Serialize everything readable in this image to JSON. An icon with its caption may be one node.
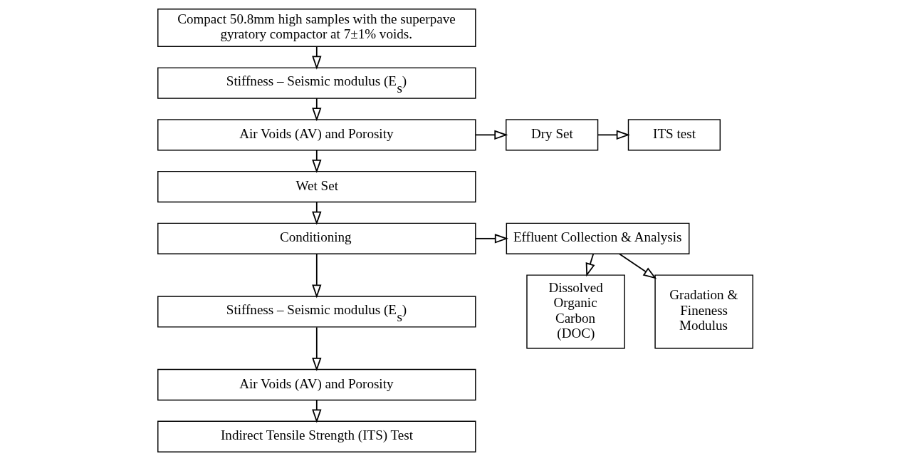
{
  "diagram": {
    "nodes": [
      {
        "text": [
          "Compact 50.8mm high samples with the superpave gyratory compactor at 7±1% voids."
        ]
      },
      {
        "text": [
          "Stiffness – Seismic modulus (E$_{s}$)"
        ]
      },
      {
        "text": [
          "Air Voids (AV) and Porosity"
        ]
      },
      {
        "text": [
          "Wet Set"
        ]
      },
      {
        "text": [
          "Conditioning"
        ]
      },
      {
        "text": [
          "Stiffness – Seismic modulus (E$_{s}$)"
        ]
      },
      {
        "text": [
          "Air Voids (AV) and Porosity"
        ]
      },
      {
        "text": [
          "Indirect Tensile Strength (ITS) Test"
        ]
      },
      {
        "text": [
          "Dry Set"
        ]
      },
      {
        "text": [
          "ITS test"
        ]
      },
      {
        "text": [
          "Effluent Collection & Analysis"
        ]
      },
      {
        "text": [
          "Dissolved Organic Carbon (DOC)"
        ]
      },
      {
        "text": [
          "Gradation & Fineness Modulus"
        ]
      }
    ],
    "edges": [
      {
        "from": 0,
        "to": 1,
        "arrow": "to"
      },
      {
        "from": 1,
        "to": 2,
        "arrow": "to"
      },
      {
        "from": 2,
        "to": 3,
        "arrow": "to"
      },
      {
        "from": 3,
        "to": 4,
        "arrow": "to"
      },
      {
        "from": 4,
        "to": 5,
        "arrow": "to"
      },
      {
        "from": 5,
        "to": 6,
        "arrow": "to"
      },
      {
        "from": 6,
        "to": 7,
        "arrow": "to"
      },
      {
        "from": 2,
        "to": 8,
        "arrow": "to"
      },
      {
        "from": 8,
        "to": 9,
        "arrow": "to"
      },
      {
        "from": 4,
        "to": 10,
        "arrow": "to"
      },
      {
        "from": 10,
        "to": 11,
        "arrow": "to"
      },
      {
        "from": 10,
        "to": 12,
        "arrow": "to"
      }
    ]
  }
}
